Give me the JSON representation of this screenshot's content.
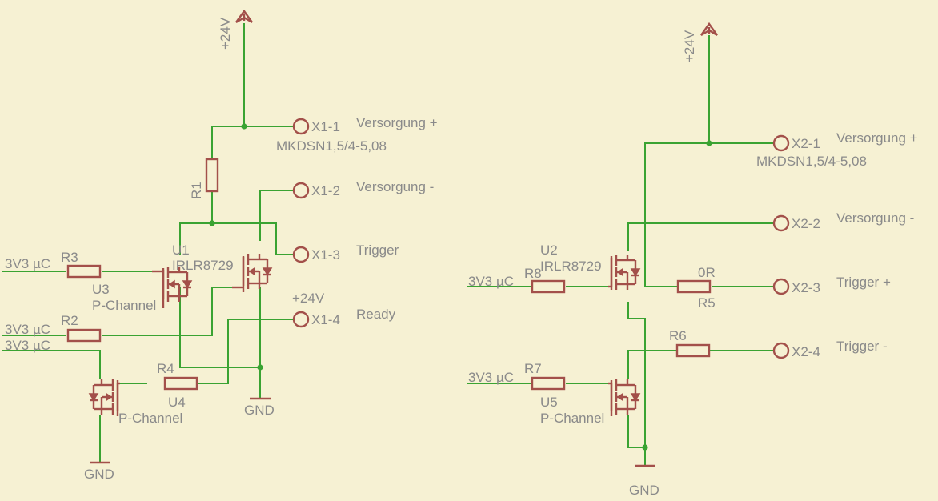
{
  "colors": {
    "background": "#f6f1d3",
    "wire": "#3aa332",
    "symbol": "#a3504a",
    "text": "#8a8a8a"
  },
  "labels": {
    "supply_left": "+24V",
    "supply_right": "+24V",
    "supply_mid": "+24V",
    "gnd_left": "GND",
    "gnd_mid": "GND",
    "gnd_right": "GND",
    "in_r3": "3V3 µC",
    "in_r2": "3V3 µC",
    "in_u4": "3V3 µC",
    "in_r8": "3V3 µC",
    "in_r7": "3V3 µC"
  },
  "parts": {
    "R1": "R1",
    "R2": "R2",
    "R3": "R3",
    "R4": "R4",
    "R5": "R5",
    "R5_value": "0R",
    "R6": "R6",
    "R7": "R7",
    "R8": "R8",
    "U1": "U1",
    "U1_value": "IRLR8729",
    "U2": "U2",
    "U2_value": "IRLR8729",
    "U3": "U3",
    "U3_value": "P-Channel",
    "U4": "U4",
    "U4_value": "P-Channel",
    "U5": "U5",
    "U5_value": "P-Channel",
    "connector_type_1": "MKDSN1,5/4-5,08",
    "connector_type_2": "MKDSN1,5/4-5,08"
  },
  "pins": {
    "x1_1": {
      "name": "X1-1",
      "signal": "Versorgung +"
    },
    "x1_2": {
      "name": "X1-2",
      "signal": "Versorgung -"
    },
    "x1_3": {
      "name": "X1-3",
      "signal": "Trigger"
    },
    "x1_4": {
      "name": "X1-4",
      "signal": "Ready"
    },
    "x2_1": {
      "name": "X2-1",
      "signal": "Versorgung +"
    },
    "x2_2": {
      "name": "X2-2",
      "signal": "Versorgung -"
    },
    "x2_3": {
      "name": "X2-3",
      "signal": "Trigger +"
    },
    "x2_4": {
      "name": "X2-4",
      "signal": "Trigger -"
    }
  }
}
